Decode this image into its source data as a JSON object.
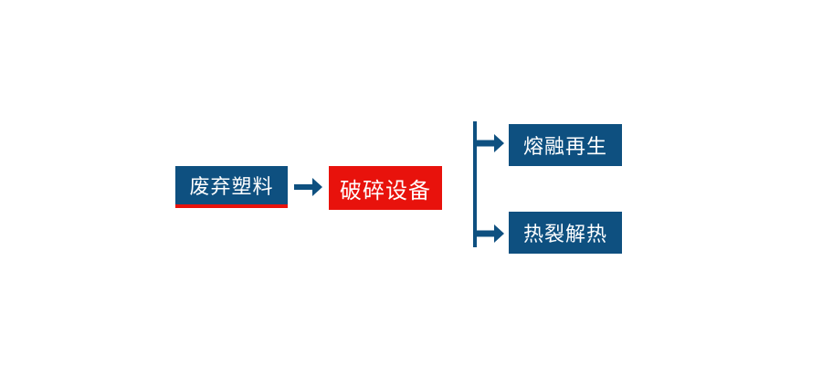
{
  "diagram": {
    "title": "",
    "type": "process-flow",
    "colors": {
      "primary_blue": "#0E5080",
      "accent_red": "#E8120C",
      "text": "#FFFFFF",
      "background": "#FFFFFF"
    },
    "source": {
      "label": "废弃塑料"
    },
    "process": {
      "label": "破碎设备"
    },
    "outcomes": [
      {
        "label": "熔融再生"
      },
      {
        "label": "热裂解热"
      }
    ],
    "connectors": {
      "main_arrow": "right-arrow-icon",
      "branch_arrows": [
        "branch-right-arrow-icon",
        "branch-right-arrow-icon"
      ]
    }
  }
}
